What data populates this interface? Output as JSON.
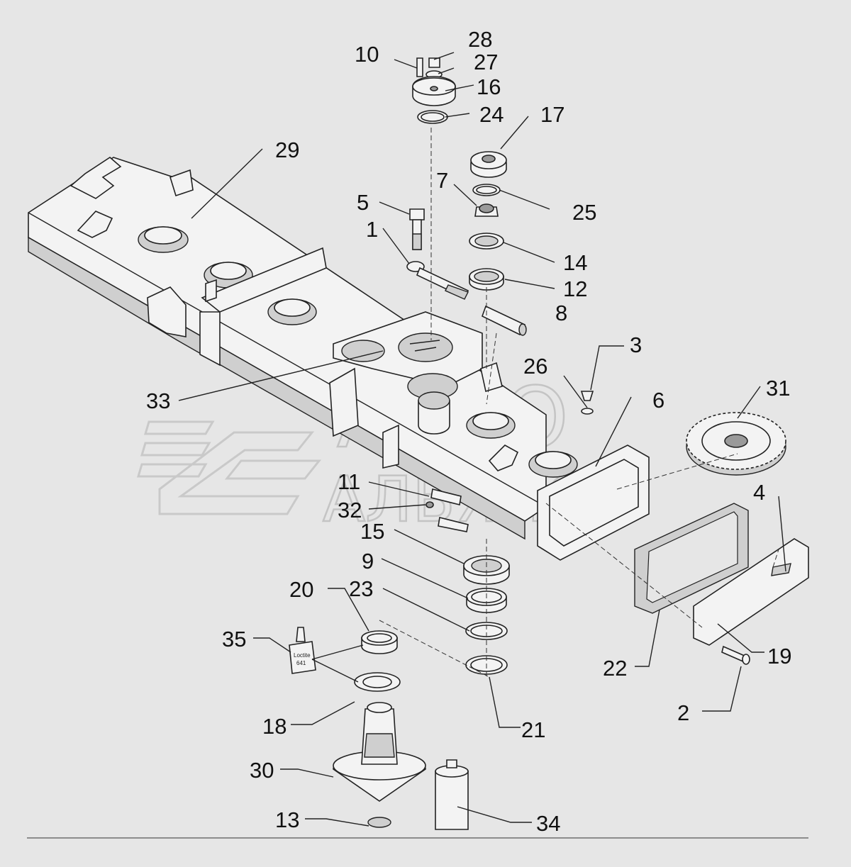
{
  "watermark": {
    "line1": "АВТО",
    "line2": "АЛЬЯНС"
  },
  "labels": [
    {
      "id": "p10",
      "text": "10"
    },
    {
      "id": "p28",
      "text": "28"
    },
    {
      "id": "p27",
      "text": "27"
    },
    {
      "id": "p16",
      "text": "16"
    },
    {
      "id": "p24",
      "text": "24"
    },
    {
      "id": "p17",
      "text": "17"
    },
    {
      "id": "p29",
      "text": "29"
    },
    {
      "id": "p7",
      "text": "7"
    },
    {
      "id": "p25",
      "text": "25"
    },
    {
      "id": "p5",
      "text": "5"
    },
    {
      "id": "p1",
      "text": "1"
    },
    {
      "id": "p14",
      "text": "14"
    },
    {
      "id": "p12",
      "text": "12"
    },
    {
      "id": "p8",
      "text": "8"
    },
    {
      "id": "p3",
      "text": "3"
    },
    {
      "id": "p26",
      "text": "26"
    },
    {
      "id": "p33",
      "text": "33"
    },
    {
      "id": "p6",
      "text": "6"
    },
    {
      "id": "p31",
      "text": "31"
    },
    {
      "id": "p11",
      "text": "11"
    },
    {
      "id": "p32",
      "text": "32"
    },
    {
      "id": "p4",
      "text": "4"
    },
    {
      "id": "p15",
      "text": "15"
    },
    {
      "id": "p9",
      "text": "9"
    },
    {
      "id": "p23",
      "text": "23"
    },
    {
      "id": "p20",
      "text": "20"
    },
    {
      "id": "p35",
      "text": "35"
    },
    {
      "id": "p19",
      "text": "19"
    },
    {
      "id": "p22",
      "text": "22"
    },
    {
      "id": "p2",
      "text": "2"
    },
    {
      "id": "p18",
      "text": "18"
    },
    {
      "id": "p21",
      "text": "21"
    },
    {
      "id": "p30",
      "text": "30"
    },
    {
      "id": "p13",
      "text": "13"
    },
    {
      "id": "p34",
      "text": "34"
    }
  ],
  "bottle_label": {
    "line1": "Loctite",
    "line2": "641"
  }
}
